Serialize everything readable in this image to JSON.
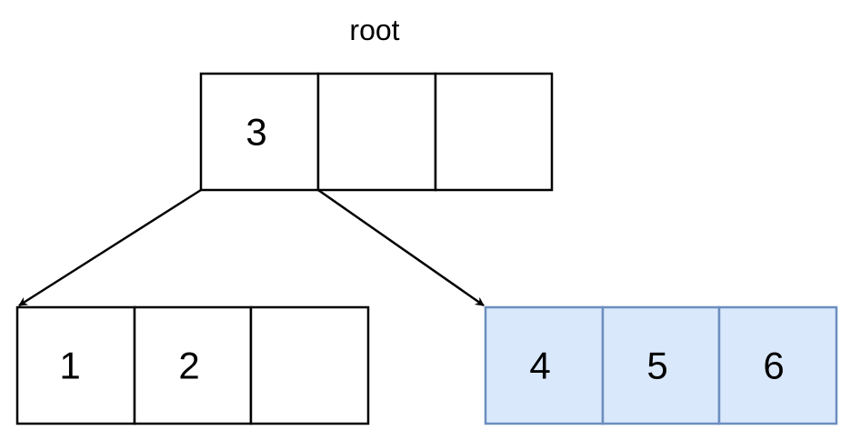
{
  "root_label": "root",
  "root_node": {
    "keys": [
      "3",
      "",
      ""
    ]
  },
  "left_child": {
    "keys": [
      "1",
      "2",
      ""
    ]
  },
  "right_child": {
    "keys": [
      "4",
      "5",
      "6"
    ]
  },
  "colors": {
    "default_fill": "#ffffff",
    "default_stroke": "#000000",
    "highlight_fill": "#dae8fc",
    "highlight_stroke": "#6c8ebf"
  }
}
